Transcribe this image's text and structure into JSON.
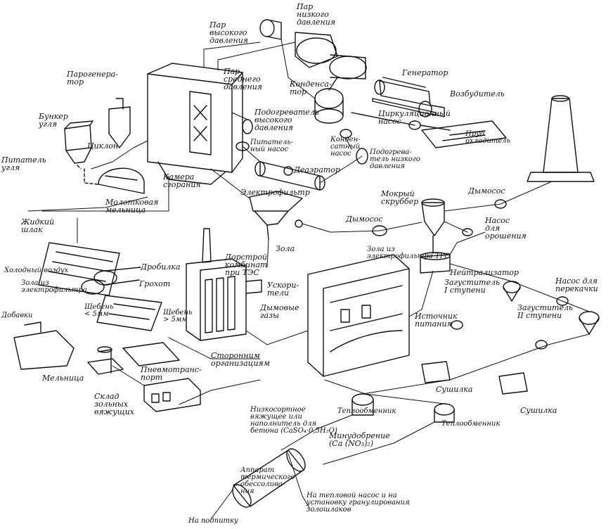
{
  "labels": {
    "steam_low": "Пар\nнизкого\nдавления",
    "steam_high": "Пар\nвысокого\nдавления",
    "steam_medium": "Пар\nсреднего\nдавления",
    "steam_generator": "Парогенера-\nтор",
    "generator": "Генератор",
    "exciter": "Возбудитель",
    "condenser": "Конденса-\nтор",
    "circulation_pump": "Циркуляционный\nнасос",
    "cooling_tower": "Пруд\nохладитель",
    "coal_bunker": "Бункер\nугля",
    "cyclone": "Циклон",
    "coal_feeder": "Питатель\nугля",
    "hammer_mill": "Молотковая\nмельница",
    "combustion_chamber": "Камера\nсгорания",
    "hp_heater": "Подогреватель\nвысокого\nдавления",
    "feed_pump": "Питатель-\nный насос",
    "condensate_pump": "Конден-\nсатный\nнасос",
    "lp_heater": "Подогрева-\nтель низкого\nдавления",
    "deaerator": "Деаэратор",
    "electrofilter": "Электрофильтр",
    "wet_scrubber": "Мокрый\nскруббер",
    "smoke_exhauster_1": "Дымосос",
    "smoke_exhauster_2": "Дымосос",
    "irrigation_pump": "Насос\nдля\nорошения",
    "liquid_slag": "Жидкий\nшлак",
    "ash": "Зола",
    "crusher": "Дробилка",
    "screen": "Грохот",
    "gravel_5mm": "Щебень\n> 5мм",
    "gravel_lt5": "Щебень\n< 5мм",
    "cold_air": "Холодный воздух",
    "ash_from_filter": "Зола из\nэлектрофильтра",
    "additives": "Добавки",
    "tes_complex": "Дорстрой\nкомбинат\nпри ТЭС",
    "accelerators": "Ускори-\nтели",
    "flue_gases": "Дымовые\nгазы",
    "ash_from_tpp": "Зола из\nэлектрофильтра ТРС",
    "neutralizer": "Нейтрализатор",
    "thickener_1": "Загуститель\nI ступени",
    "thickener_2": "Загуститель\nII ступени",
    "transfer_pump": "Насос для\nперекачки",
    "power_source": "Источник\nпитания",
    "outside_orgs": "Сторонним\nорганизациям",
    "pneumo_transport": "Пневмотранс-\nпорт",
    "mill": "Мельница",
    "ash_binder_storage": "Склад\nзольных\nвяжущих",
    "dryer_1": "Сушилка",
    "dryer_2": "Сушилка",
    "heat_exchanger_1": "Теплообменник",
    "heat_exchanger_2": "Теплообменник",
    "low_grade_binder": "Низкосортное\nвяжущее или\nнаполнитель для\nбетона (CaSO₄·0,5H₂O)",
    "mineral_fertilizer": "Минудобрение\n(Ca (NO₃)₂)",
    "desalination_apparatus": "Аппарат\nтермического\nобессолива-\nния",
    "to_makeup": "На подпитку",
    "to_heat_pump": "На тепловой насос и на\nустановку гранулирования\nзолошлаков"
  }
}
